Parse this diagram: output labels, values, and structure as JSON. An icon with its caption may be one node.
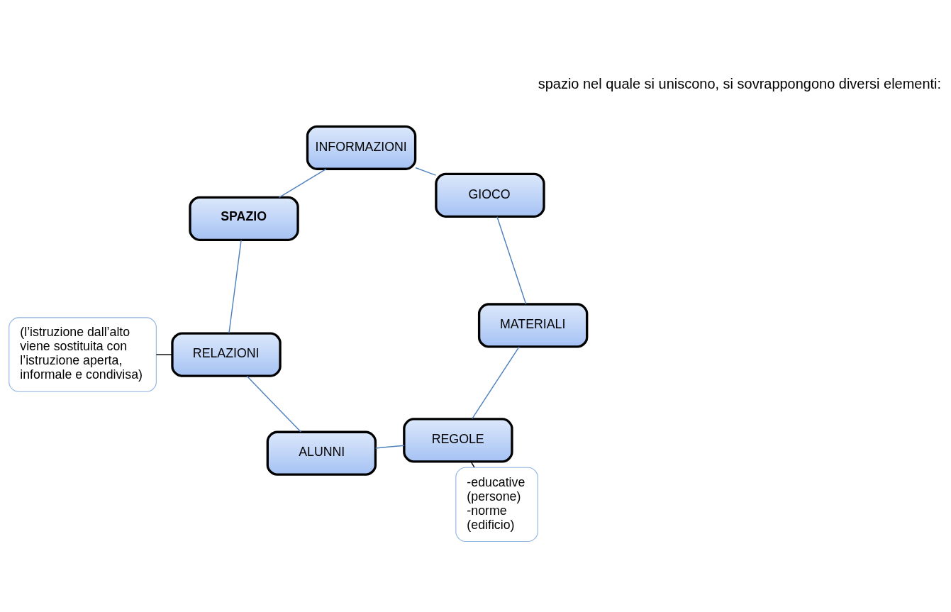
{
  "diagram": {
    "nodes": [
      {
        "text": [
          "(l’istruzione dall’alto viene sostituita con l’istruzione aperta, informale e condivisa)"
        ]
      },
      {
        "text": [
          "ALUNNI"
        ]
      },
      {
        "text": [
          "REGOLE"
        ]
      },
      {
        "text": [
          "RELAZIONI"
        ]
      },
      {
        "text": [
          "-educative (persone) -norme (edificio)"
        ]
      },
      {
        "text": [
          "MATERIALI"
        ]
      },
      {
        "text": [
          "SPAZIO"
        ]
      },
      {
        "text": [
          "GIOCO"
        ]
      },
      {
        "text": [
          "INFORMAZIONI"
        ]
      }
    ],
    "edges": [
      {
        "from": 1,
        "to": 3,
        "arrow": "none"
      },
      {
        "from": 3,
        "to": 6,
        "arrow": "none"
      },
      {
        "from": 6,
        "to": 8,
        "arrow": "none"
      },
      {
        "from": 8,
        "to": 7,
        "arrow": "none"
      },
      {
        "from": 7,
        "to": 5,
        "arrow": "none"
      },
      {
        "from": 5,
        "to": 2,
        "arrow": "none"
      },
      {
        "from": 2,
        "to": 1,
        "arrow": "none"
      },
      {
        "from": 4,
        "to": 2,
        "arrow": "none",
        "color": "#000000"
      },
      {
        "from": 0,
        "to": 3,
        "arrow": "none",
        "color": "#000000"
      }
    ],
    "labels": [
      "spazio nel quale si uniscono, si sovrappongono diversi elementi:"
    ]
  }
}
